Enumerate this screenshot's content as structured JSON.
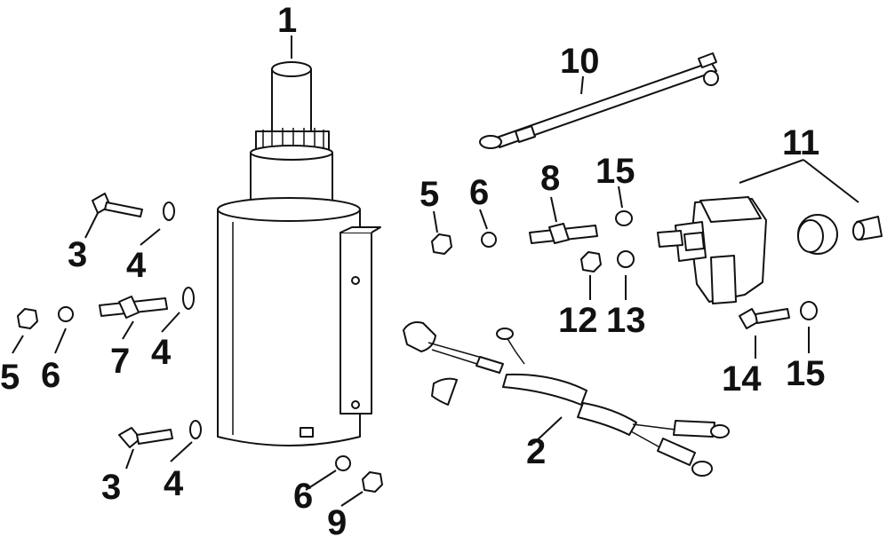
{
  "diagram": {
    "labels": {
      "l1": "1",
      "l2": "2",
      "l3a": "3",
      "l3b": "3",
      "l4a": "4",
      "l4b": "4",
      "l4c": "4",
      "l5a": "5",
      "l5b": "5",
      "l6a": "6",
      "l6b": "6",
      "l6c": "6",
      "l7": "7",
      "l8": "8",
      "l9": "9",
      "l10": "10",
      "l11": "11",
      "l12": "12",
      "l13": "13",
      "l14": "14",
      "l15a": "15",
      "l15b": "15"
    }
  }
}
